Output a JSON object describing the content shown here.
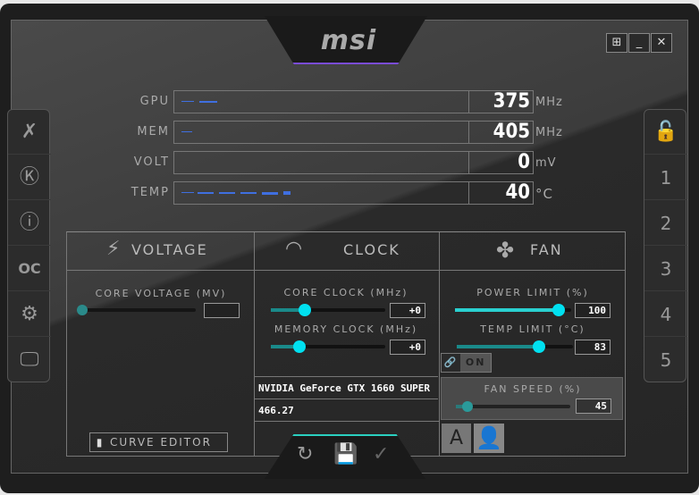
{
  "window": {
    "logo": "msi",
    "buttons": {
      "windows": "⊞",
      "minimize": "_",
      "close": "✕"
    }
  },
  "left_sidebar": [
    {
      "icon": "oc-scanner-icon",
      "glyph": "✗"
    },
    {
      "icon": "k-boost-icon",
      "glyph": "Ⓚ"
    },
    {
      "icon": "info-icon",
      "glyph": "ⓘ"
    },
    {
      "icon": "oc-icon",
      "glyph": "OC"
    },
    {
      "icon": "settings-icon",
      "glyph": "⚙"
    },
    {
      "icon": "monitor-icon",
      "glyph": "🖵"
    }
  ],
  "right_sidebar": {
    "lock": "🔓",
    "profiles": [
      "1",
      "2",
      "3",
      "4",
      "5"
    ]
  },
  "monitor": [
    {
      "label": "GPU",
      "value": "375",
      "unit": "MHz"
    },
    {
      "label": "MEM",
      "value": "405",
      "unit": "MHz"
    },
    {
      "label": "VOLT",
      "value": "0",
      "unit": "mV"
    },
    {
      "label": "TEMP",
      "value": "40",
      "unit": "°C"
    }
  ],
  "voltage": {
    "title": "VOLTAGE",
    "core_voltage_label": "CORE VOLTAGE  (MV)",
    "core_voltage_value": "",
    "curve_editor": "CURVE EDITOR"
  },
  "clock": {
    "title": "CLOCK",
    "core_clock_label": "CORE CLOCK (MHz)",
    "core_clock_value": "+0",
    "core_clock_pos": 0.3,
    "memory_clock_label": "MEMORY CLOCK (MHz)",
    "memory_clock_value": "+0",
    "memory_clock_pos": 0.25,
    "gpu_name": "NVIDIA GeForce GTX 1660 SUPER",
    "driver": "466.27"
  },
  "fan": {
    "title": "FAN",
    "power_limit_label": "POWER LIMIT (%)",
    "power_limit_value": "100",
    "temp_limit_label": "TEMP LIMIT (°C)",
    "temp_limit_value": "83",
    "link_label": "ON",
    "fan_speed_label": "FAN SPEED (%)",
    "fan_speed_value": "45",
    "auto_label": "A"
  },
  "colors": {
    "accent": "#00e0f0",
    "trace": "#3f6fe0"
  }
}
